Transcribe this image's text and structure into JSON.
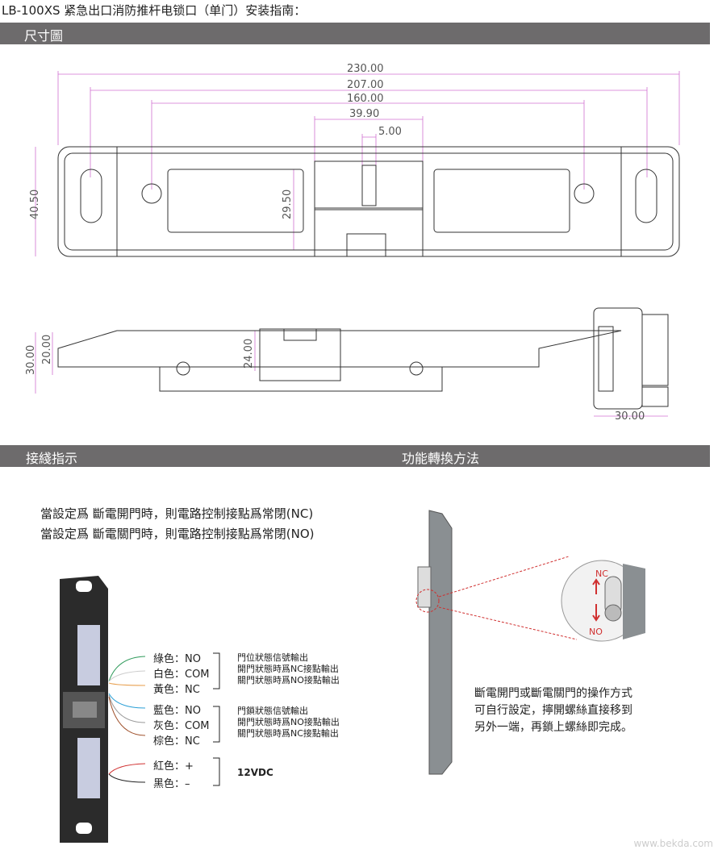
{
  "title": "LB-100XS 紧急出口消防推杆电锁口（单门）安装指南：",
  "sections": {
    "dimensions": "尺寸圖",
    "wiring": "接綫指示",
    "conversion": "功能轉換方法"
  },
  "dimensions": {
    "top": [
      "230.00",
      "207.00",
      "160.00",
      "39.90",
      "5.00"
    ],
    "height_left": "40.50",
    "height_inner": "29.50",
    "side": [
      "30.00",
      "20.00",
      "24.00"
    ],
    "end_width": "30.00"
  },
  "wiring": {
    "rules": [
      "當設定爲 斷電開門時，則電路控制接點爲常閉(NC)",
      "當設定爲 斷電關門時，則電路控制接點爲常閉(NO)"
    ],
    "group1": {
      "labels": [
        "綠色：NO",
        "白色：COM",
        "黃色：NC"
      ],
      "desc": [
        "門位狀態信號輸出",
        "開門狀態時爲NC接點輸出",
        "關門狀態時爲NO接點輸出"
      ]
    },
    "group2": {
      "labels": [
        "藍色：NO",
        "灰色：COM",
        "棕色：NC"
      ],
      "desc": [
        "門鎖狀態信號輸出",
        "開門狀態時爲NO接點輸出",
        "關門狀態時爲NC接點輸出"
      ]
    },
    "group3": {
      "labels": [
        "紅色：+",
        "黑色：–"
      ],
      "desc": "12VDC"
    },
    "wire_colors": [
      "#2e9a5a",
      "#cccccc",
      "#e8a050",
      "#2a9fd6",
      "#999999",
      "#a0522d",
      "#d03030",
      "#222222"
    ]
  },
  "conversion": {
    "nc": "NC",
    "no": "NO",
    "lines": [
      "斷電開門或斷電關門的操作方式",
      "可自行設定，擰開螺絲直接移到",
      "另外一端，再鎖上螺絲即完成。"
    ]
  },
  "watermark": "www.bekda.com"
}
